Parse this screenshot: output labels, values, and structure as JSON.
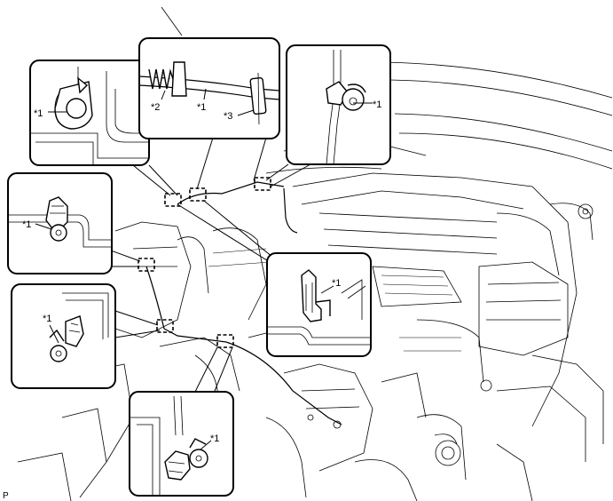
{
  "figure_id": "P",
  "callouts": [
    {
      "id": "box-top-left",
      "label": "*1",
      "detail": "clip-on-bracket"
    },
    {
      "id": "box-top-center",
      "label_a": "*2",
      "label_b": "*1",
      "label_c": "*3",
      "detail": "cable-with-grommet-and-clamp"
    },
    {
      "id": "box-top-right",
      "label": "*1",
      "detail": "clip-on-edge"
    },
    {
      "id": "box-left-upper",
      "label": "*1",
      "detail": "push-clip"
    },
    {
      "id": "box-center-right",
      "label": "*1",
      "detail": "hook-clamp"
    },
    {
      "id": "box-left-lower",
      "label": "*1",
      "detail": "push-clip-2"
    },
    {
      "id": "box-bottom",
      "label": "*1",
      "detail": "push-clip-3"
    }
  ],
  "colors": {
    "line": "#000000",
    "background": "#ffffff"
  }
}
